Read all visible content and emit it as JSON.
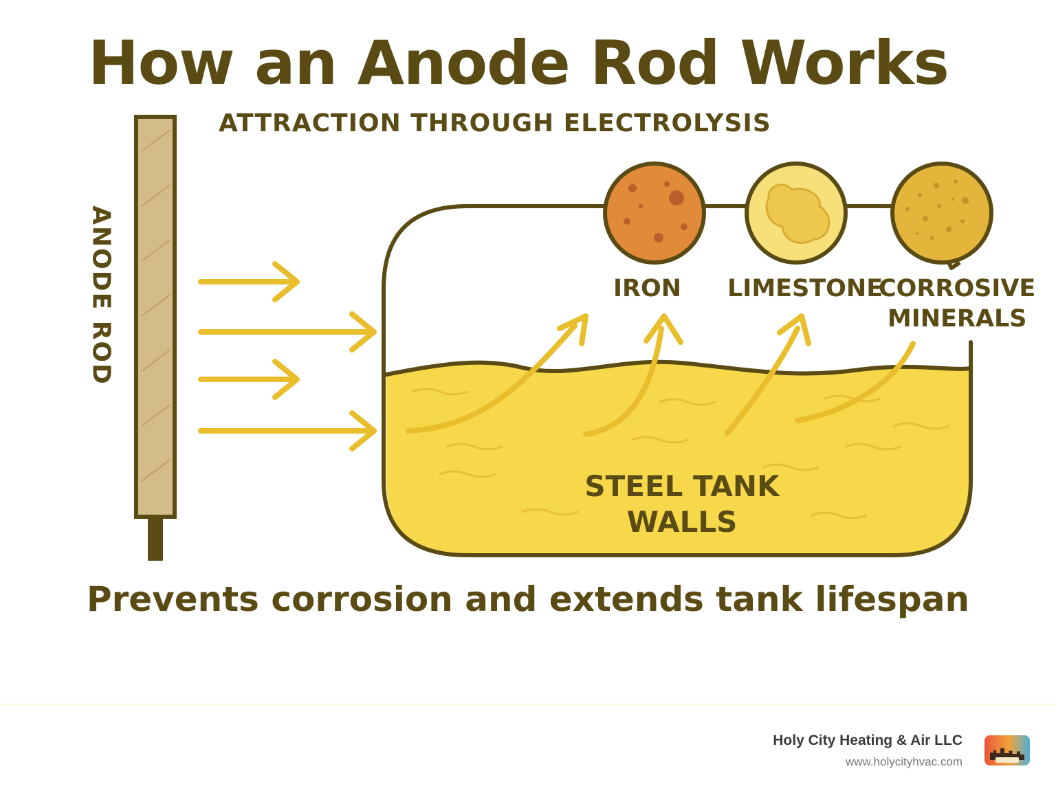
{
  "title": "How an Anode Rod Works",
  "subtitle": "ATTRACTION THROUGH ELECTROLYSIS",
  "rod_label": "ANODE ROD",
  "minerals": [
    {
      "label": "IRON",
      "color": "#e08a3a"
    },
    {
      "label": "LIMESTONE",
      "color": "#f7e07a"
    },
    {
      "label": "CORROSIVE\nMINERALS",
      "color": "#e3b53a"
    }
  ],
  "tank_label": "STEEL TANK\nWALLS",
  "footer": "Prevents corrosion and extends tank lifespan",
  "company": {
    "name": "Holy City Heating & Air LLC",
    "url": "www.holycityhvac.com"
  },
  "colors": {
    "outline": "#5a4a14",
    "water": "#f6d84a",
    "arrow": "#e8be2c",
    "rod": "#d4bb8a"
  }
}
